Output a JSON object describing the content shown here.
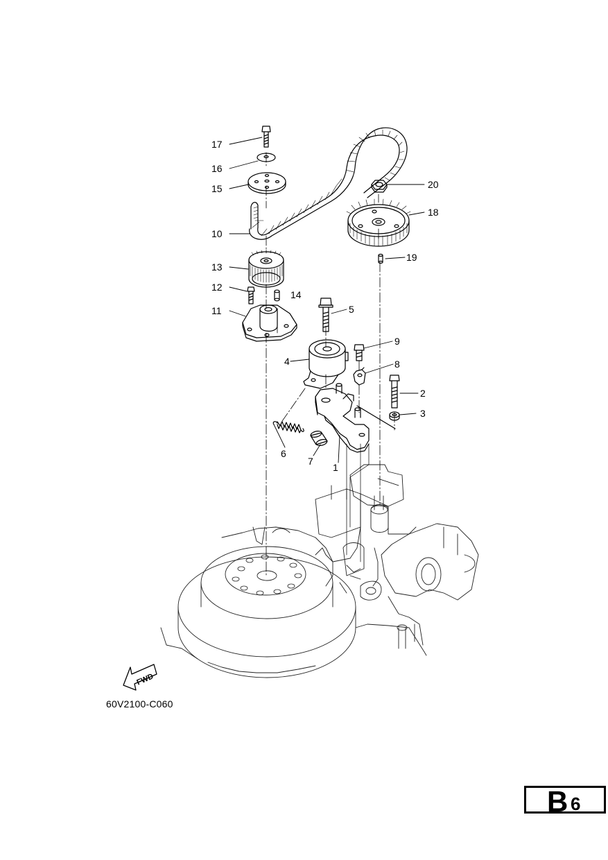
{
  "callouts": [
    {
      "id": "c1",
      "label": "1"
    },
    {
      "id": "c2",
      "label": "2"
    },
    {
      "id": "c3",
      "label": "3"
    },
    {
      "id": "c4",
      "label": "4"
    },
    {
      "id": "c5",
      "label": "5"
    },
    {
      "id": "c6",
      "label": "6"
    },
    {
      "id": "c7",
      "label": "7"
    },
    {
      "id": "c8",
      "label": "8"
    },
    {
      "id": "c9",
      "label": "9"
    },
    {
      "id": "c10",
      "label": "10"
    },
    {
      "id": "c11",
      "label": "11"
    },
    {
      "id": "c12",
      "label": "12"
    },
    {
      "id": "c13",
      "label": "13"
    },
    {
      "id": "c14",
      "label": "14"
    },
    {
      "id": "c15",
      "label": "15"
    },
    {
      "id": "c16",
      "label": "16"
    },
    {
      "id": "c17",
      "label": "17"
    },
    {
      "id": "c18",
      "label": "18"
    },
    {
      "id": "c19",
      "label": "19"
    },
    {
      "id": "c20",
      "label": "20"
    }
  ],
  "fwd_label": "FWD",
  "drawing_code": "60V2100-C060",
  "section": {
    "letter": "B",
    "number": "6"
  }
}
